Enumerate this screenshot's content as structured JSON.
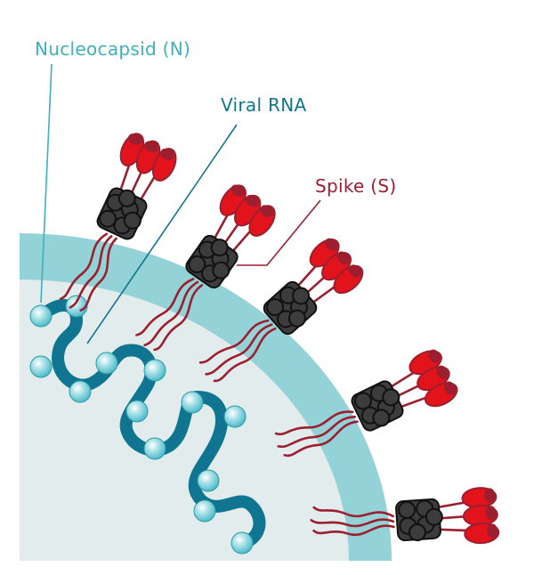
{
  "labels": {
    "nucleocapsid": "Nucleocapsid (N)",
    "viral_rna": "Viral RNA",
    "spike": "Spike (S)"
  },
  "colors": {
    "nucleocapsid": "#3fb1bd",
    "viral_rna": "#0f7590",
    "spike": "#9b1f2e",
    "envelope": "#93d3d8",
    "interior": "#e3ecec",
    "spike_head": "#e3131b",
    "spike_body": "#3c3c3c"
  }
}
